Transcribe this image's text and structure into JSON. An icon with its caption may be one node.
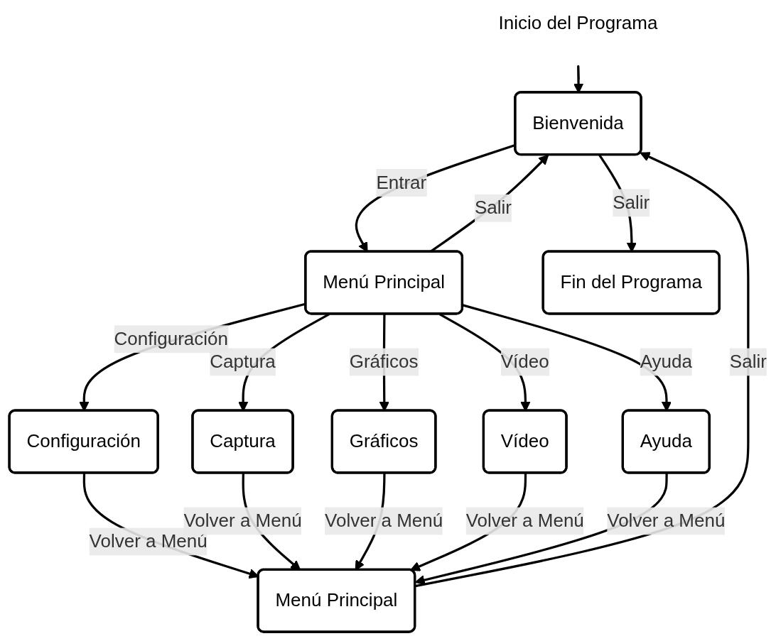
{
  "diagram": {
    "nodes": [
      {
        "text": [
          "Inicio del Programa"
        ]
      },
      {
        "text": [
          "Bienvenida"
        ]
      },
      {
        "text": [
          "Menú Principal"
        ]
      },
      {
        "text": [
          "Configuración"
        ]
      },
      {
        "text": [
          "Captura"
        ]
      },
      {
        "text": [
          "Gráficos"
        ]
      },
      {
        "text": [
          "Vídeo"
        ]
      },
      {
        "text": [
          "Ayuda"
        ]
      },
      {
        "text": [
          "Menú Principal"
        ]
      },
      {
        "text": [
          "Fin del Programa"
        ]
      }
    ],
    "edges": [
      {
        "from": 0,
        "to": 1,
        "arrow": "to"
      },
      {
        "from": 1,
        "to": 9,
        "label": "Salir",
        "arrow": "to"
      },
      {
        "from": 2,
        "to": 1,
        "label": "Salir",
        "arrow": "to"
      },
      {
        "from": 1,
        "to": 2,
        "label": "Entrar",
        "arrow": "to"
      },
      {
        "from": 2,
        "to": 3,
        "label": "Configuración",
        "arrow": "to"
      },
      {
        "from": 2,
        "to": 4,
        "label": "Captura",
        "arrow": "to"
      },
      {
        "from": 2,
        "to": 5,
        "label": "Gráficos",
        "arrow": "to"
      },
      {
        "from": 2,
        "to": 6,
        "label": "Vídeo",
        "arrow": "to"
      },
      {
        "from": 2,
        "to": 7,
        "label": "Ayuda",
        "arrow": "to"
      },
      {
        "from": 3,
        "to": 8,
        "label": "Volver a Menú",
        "arrow": "to"
      },
      {
        "from": 4,
        "to": 8,
        "label": "Volver a Menú",
        "arrow": "to"
      },
      {
        "from": 5,
        "to": 8,
        "label": "Volver a Menú",
        "arrow": "to"
      },
      {
        "from": 6,
        "to": 8,
        "label": "Volver a Menú",
        "arrow": "to"
      },
      {
        "from": 7,
        "to": 8,
        "label": "Volver a Menú",
        "arrow": "to"
      },
      {
        "from": 8,
        "to": 1,
        "label": "Salir",
        "arrow": "to"
      }
    ]
  }
}
